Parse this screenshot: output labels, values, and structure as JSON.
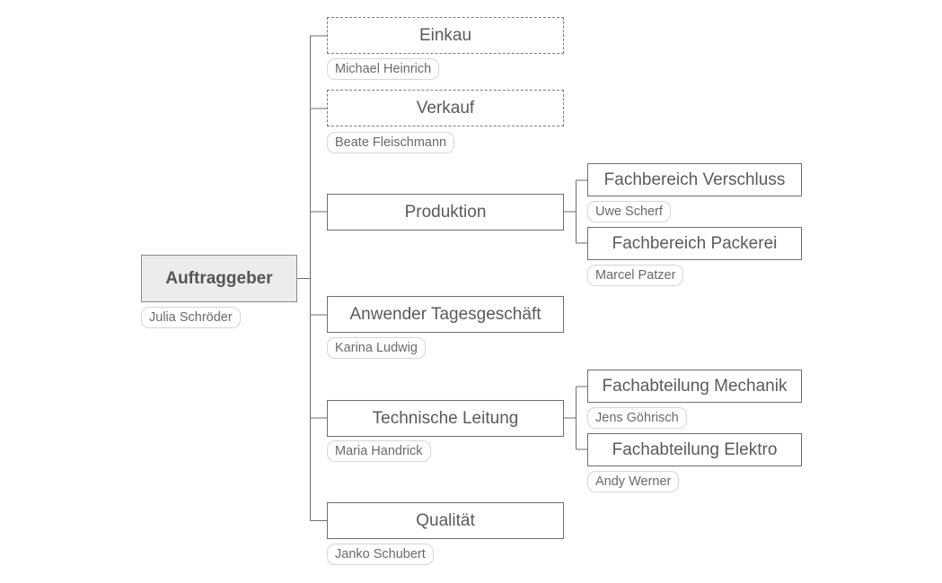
{
  "root": {
    "title": "Auftraggeber",
    "person": "Julia Schröder"
  },
  "branches": [
    {
      "title": "Einkau",
      "person": "Michael Heinrich",
      "status": "dashed"
    },
    {
      "title": "Verkauf",
      "person": "Beate Fleischmann",
      "status": "dashed"
    },
    {
      "title": "Produktion",
      "person": ""
    },
    {
      "title": "Anwender Tagesgeschäft",
      "person": "Karina Ludwig"
    },
    {
      "title": "Technische Leitung",
      "person": "Maria Handrick"
    },
    {
      "title": "Qualität",
      "person": "Janko Schubert"
    }
  ],
  "subbranches": [
    {
      "title": "Fachbereich Verschluss",
      "person": "Uwe Scherf"
    },
    {
      "title": "Fachbereich Packerei",
      "person": "Marcel Patzer"
    },
    {
      "title": "Fachabteilung Mechanik",
      "person": "Jens Göhrisch"
    },
    {
      "title": "Fachabteilung Elektro",
      "person": "Andy Werner"
    }
  ],
  "colors": {
    "line": "#6e6e6e",
    "root_fill": "#ececec",
    "text": "#5a5a5a",
    "tag_border": "#d6d6d6"
  }
}
